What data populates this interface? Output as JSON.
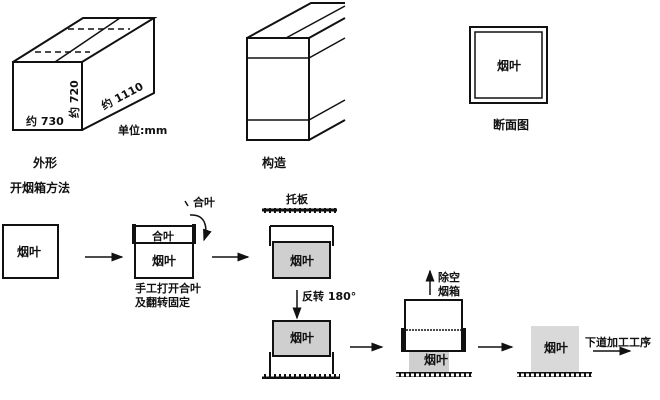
{
  "exterior": {
    "width_label": "约 730",
    "height_label": "约 720",
    "length_label": "约 1110",
    "unit_label": "单位:mm",
    "caption": "外形"
  },
  "structure": {
    "caption": "构造"
  },
  "section": {
    "content_label": "烟叶",
    "caption": "断面图"
  },
  "method": {
    "title": "开烟箱方法",
    "step1": {
      "content_label": "烟叶"
    },
    "step2": {
      "lid_label": "合叶",
      "content_label": "烟叶",
      "arrow_label": "合叶",
      "caption_line1": "手工打开合叶",
      "caption_line2": "及翻转固定"
    },
    "step3": {
      "tray_label": "托板",
      "content_label": "烟叶"
    },
    "flip_label": "反转 180°",
    "step4": {
      "content_label": "烟叶"
    },
    "step5": {
      "remove_line1": "除空",
      "remove_line2": "烟箱",
      "content_label": "烟叶"
    },
    "step6": {
      "content_label": "烟叶",
      "next_label": "下道加工工序"
    }
  }
}
